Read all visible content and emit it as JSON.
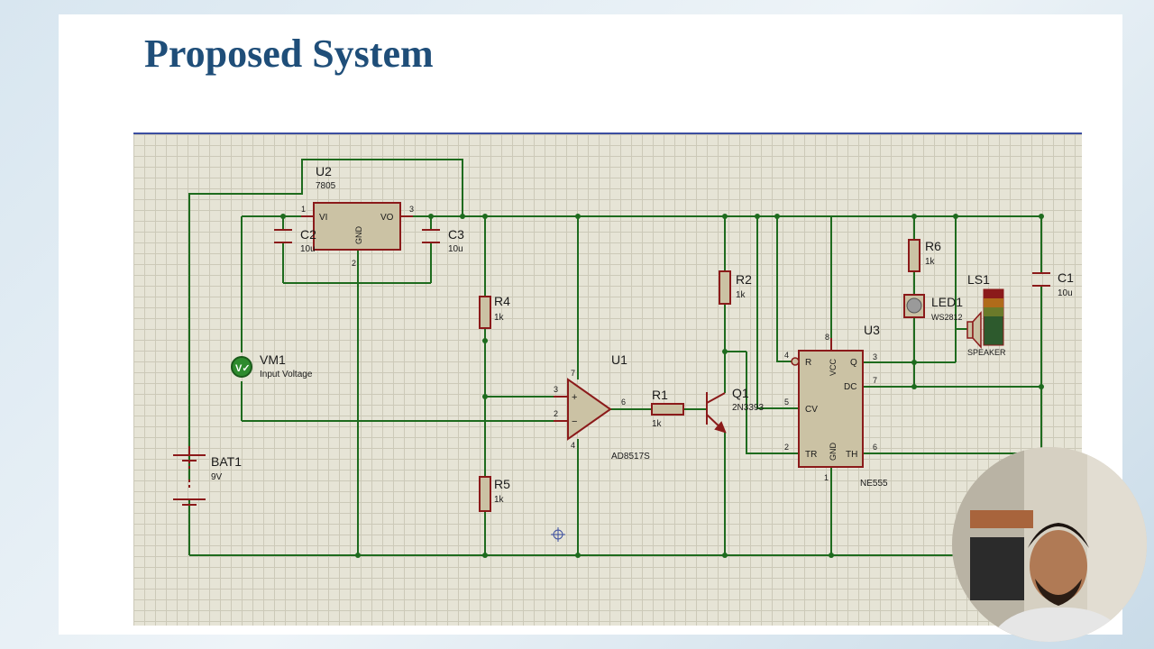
{
  "slide": {
    "title": "Proposed System"
  },
  "components": {
    "u2": {
      "ref": "U2",
      "value": "7805",
      "pin_vi": "VI",
      "pin_vo": "VO",
      "pin_gnd": "GND",
      "pin1": "1",
      "pin2": "2",
      "pin3": "3"
    },
    "c2": {
      "ref": "C2",
      "value": "10u"
    },
    "c3": {
      "ref": "C3",
      "value": "10u"
    },
    "c1": {
      "ref": "C1",
      "value": "10u"
    },
    "r1": {
      "ref": "R1",
      "value": "1k"
    },
    "r2": {
      "ref": "R2",
      "value": "1k"
    },
    "r4": {
      "ref": "R4",
      "value": "1k"
    },
    "r5": {
      "ref": "R5",
      "value": "1k"
    },
    "r6": {
      "ref": "R6",
      "value": "1k"
    },
    "vm1": {
      "ref": "VM1",
      "value": "Input Voltage"
    },
    "bat1": {
      "ref": "BAT1",
      "value": "9V"
    },
    "u1": {
      "ref": "U1",
      "value": "AD8517S",
      "pin3": "3",
      "pin2": "2",
      "pin6": "6",
      "pin7": "7",
      "pin4": "4",
      "plus": "+",
      "minus": "−"
    },
    "q1": {
      "ref": "Q1",
      "value": "2N3393"
    },
    "u3": {
      "ref": "U3",
      "value": "NE555",
      "pin_r": "R",
      "pin_vcc": "VCC",
      "pin_q": "Q",
      "pin_dc": "DC",
      "pin_cv": "CV",
      "pin_tr": "TR",
      "pin_gnd": "GND",
      "pin_th": "TH",
      "n4": "4",
      "n8": "8",
      "n3": "3",
      "n7": "7",
      "n5": "5",
      "n2": "2",
      "n6": "6",
      "n1": "1"
    },
    "led1": {
      "ref": "LED1",
      "value": "WS2812"
    },
    "ls1": {
      "ref": "LS1",
      "value": "SPEAKER"
    }
  },
  "colors": {
    "wire": "#1e6b1e",
    "part_outline": "#8b1a1a",
    "part_fill": "#cbc2a4",
    "title": "#1f4e79"
  }
}
